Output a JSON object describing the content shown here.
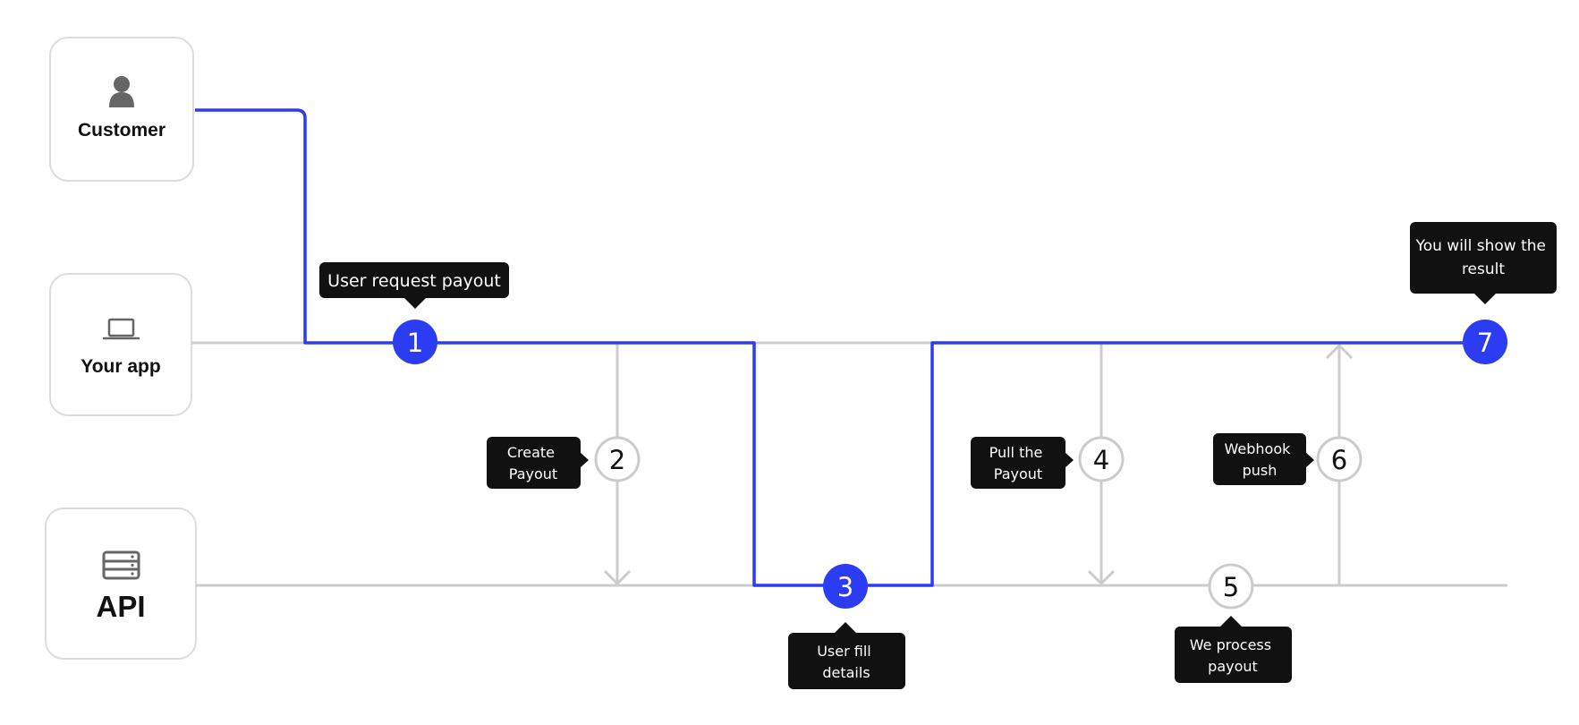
{
  "actors": {
    "customer": {
      "label": "Customer",
      "icon": "person-icon"
    },
    "app": {
      "label": "Your app",
      "icon": "laptop-icon"
    },
    "api": {
      "label": "API",
      "icon": "server-icon"
    }
  },
  "steps": [
    {
      "number": "1",
      "label": "User request payout",
      "active": true
    },
    {
      "number": "2",
      "label": "Create Payout",
      "active": false
    },
    {
      "number": "3",
      "label": "User fill details",
      "active": true
    },
    {
      "number": "4",
      "label": "Pull the Payout",
      "active": false
    },
    {
      "number": "5",
      "label": "We process payout",
      "active": false
    },
    {
      "number": "6",
      "label": "Webhook push",
      "active": false
    },
    {
      "number": "7",
      "label": "You will show the result",
      "active": true
    }
  ],
  "colors": {
    "accent": "#2b3cf3",
    "lane": "#cccccc",
    "card_border": "#dddddd",
    "tooltip": "#111111",
    "icon": "#666666"
  }
}
